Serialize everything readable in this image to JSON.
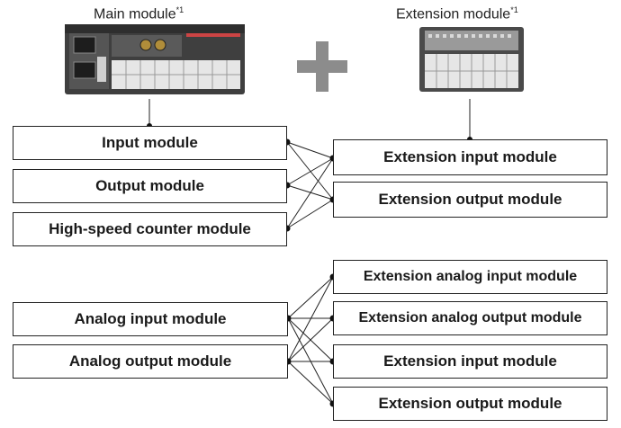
{
  "top": {
    "main_caption": "Main module",
    "main_note": "*1",
    "ext_caption": "Extension module",
    "ext_note": "*1"
  },
  "group1": {
    "main_boxes": [
      "Input module",
      "Output module",
      "High-speed counter module"
    ],
    "ext_boxes": [
      "Extension input module",
      "Extension output module"
    ]
  },
  "group2": {
    "main_boxes": [
      "Analog input module",
      "Analog output module"
    ],
    "ext_boxes": [
      "Extension analog input module",
      "Extension analog output module",
      "Extension input module",
      "Extension output module"
    ]
  },
  "colors": {
    "line": "#222222",
    "plus": "#8c8c8c",
    "device": "#4a4a4a"
  }
}
